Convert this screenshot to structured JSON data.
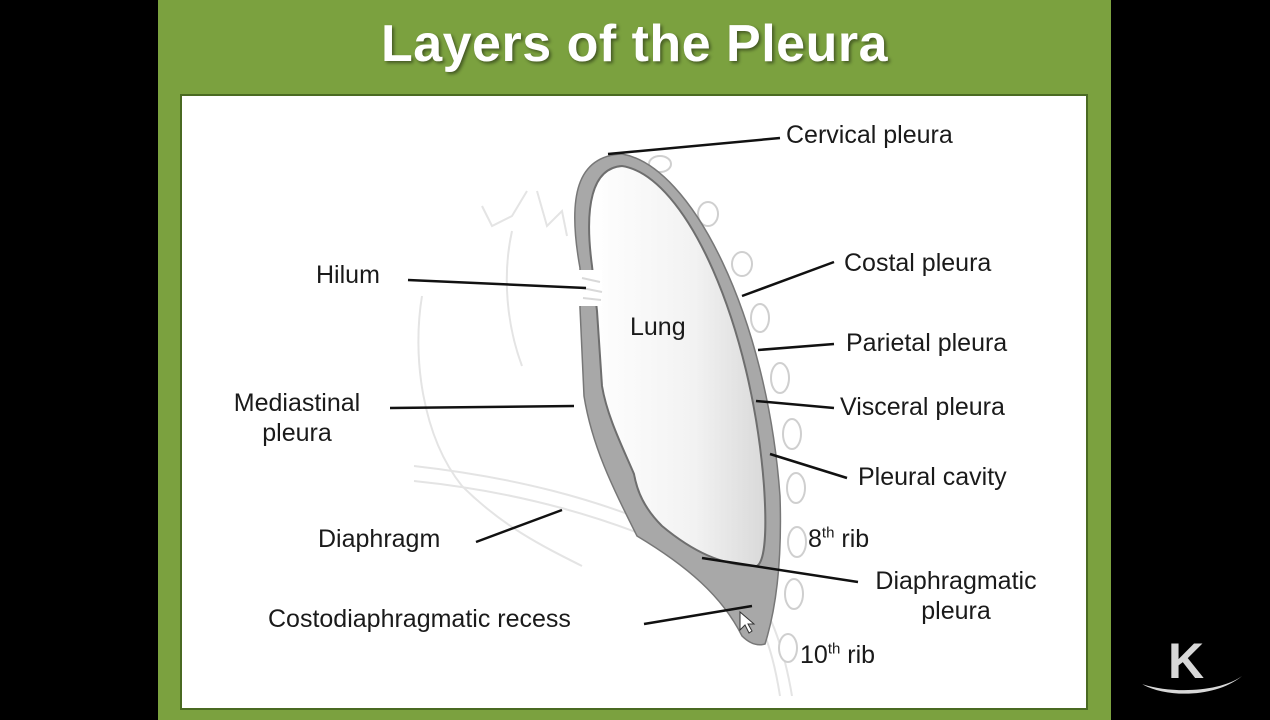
{
  "title": "Layers of the Pleura",
  "labels": {
    "cervical_pleura": "Cervical pleura",
    "costal_pleura": "Costal pleura",
    "parietal_pleura": "Parietal pleura",
    "visceral_pleura": "Visceral pleura",
    "pleural_cavity": "Pleural cavity",
    "rib_8_num": "8",
    "rib_8_sup": "th",
    "rib_8_word": "rib",
    "diaphragmatic_pleura_line1": "Diaphragmatic",
    "diaphragmatic_pleura_line2": "pleura",
    "rib_10_num": "10",
    "rib_10_sup": "th",
    "rib_10_word": "rib",
    "hilum": "Hilum",
    "lung": "Lung",
    "mediastinal_pleura_line1": "Mediastinal",
    "mediastinal_pleura_line2": "pleura",
    "diaphragm": "Diaphragm",
    "costodiaphragmatic_recess": "Costodiaphragmatic recess"
  },
  "logo": {
    "letter": "K"
  },
  "colors": {
    "slide_green": "#7ba13f",
    "pleura_gray": "#9a9a9a",
    "leader_line": "#111111"
  },
  "icons": {
    "logo": "k-swoosh-logo-icon",
    "cursor": "mouse-pointer-icon"
  }
}
